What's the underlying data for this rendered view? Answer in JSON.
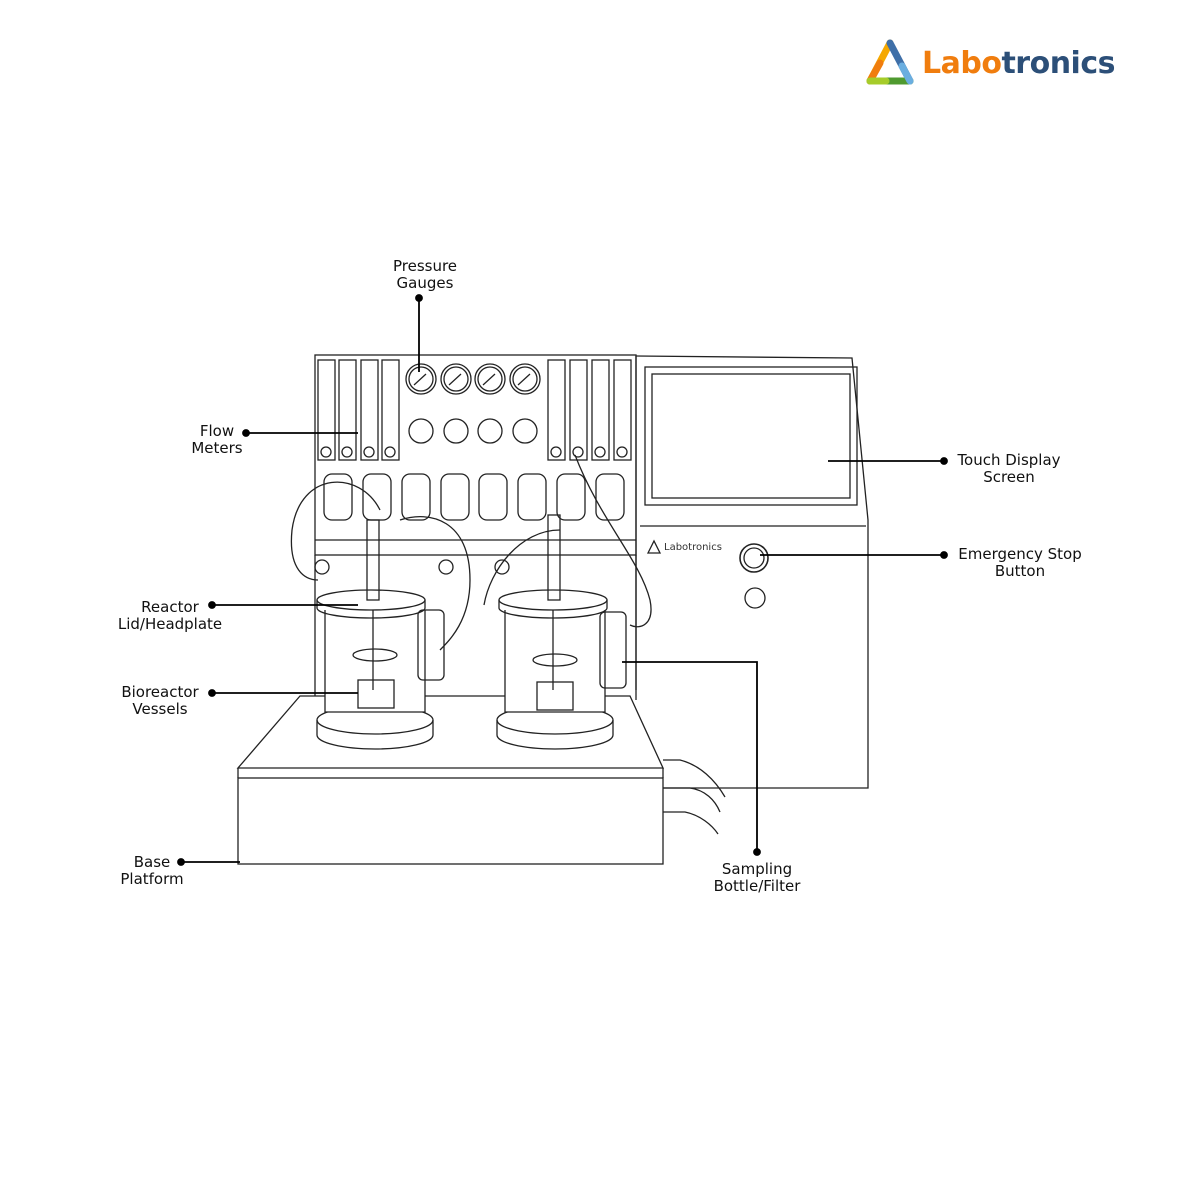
{
  "logo": {
    "part1": "Labo",
    "part2": "tronics",
    "colors": {
      "orange": "#f07d0e",
      "navy": "#2c4f78",
      "yellow": "#f5c400",
      "green": "#7cb82f",
      "blue": "#6aaee0"
    }
  },
  "device_brand": "Labotronics",
  "labels": {
    "pressure_gauges": [
      "Pressure",
      "Gauges"
    ],
    "flow_meters": [
      "Flow",
      "Meters"
    ],
    "touch_display": [
      "Touch Display",
      "Screen"
    ],
    "emergency_stop": [
      "Emergency Stop",
      "Button"
    ],
    "reactor_lid": [
      "Reactor",
      "Lid/Headplate"
    ],
    "bioreactor_vessels": [
      "Bioreactor",
      "Vessels"
    ],
    "base_platform": [
      "Base",
      "Platform"
    ],
    "sampling_bottle": [
      "Sampling",
      "Bottle/Filter"
    ]
  }
}
